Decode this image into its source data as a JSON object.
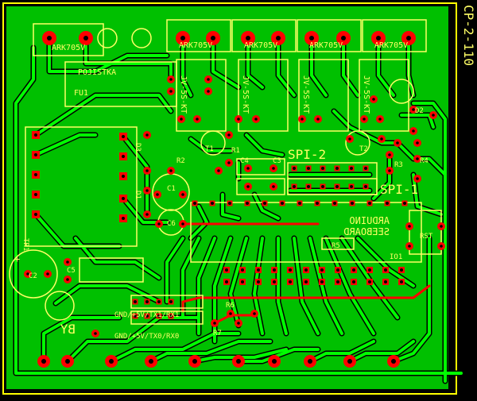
{
  "board": {
    "title": "CP-2-110",
    "colors": {
      "background": "#000000",
      "copper": "#00cc00",
      "pad": "#ff0000",
      "silk": "#ffff66",
      "trace_red": "#ff0000",
      "outline": "#ffff00"
    }
  },
  "labels": {
    "arrk1": "ARK705V",
    "arrk2": "ARK705V",
    "arrk3": "ARK705V",
    "arrk4": "ARK705V",
    "arrk5": "ARK705V",
    "pojistka": "POJISTKA",
    "fu1": "FU1",
    "relay1": "JV-5S-KT",
    "relay2": "JV-5S-KT",
    "relay3": "JV-5S-KT",
    "relay4": "JV-5S-KT",
    "d1": "D1",
    "d2": "D2",
    "d3": "D3",
    "r1": "R1",
    "r2": "R2",
    "r3": "R3",
    "r4": "R4",
    "r5": "R5",
    "r6": "R6",
    "r7": "R7",
    "c1": "C1",
    "c2": "C2",
    "c3": "C3",
    "c4": "C4",
    "c5": "C5",
    "c6": "C6",
    "t1": "T1",
    "t2": "T2",
    "io1": "IO1",
    "tr1": "TR1",
    "spi1": "SPI-1",
    "spi2": "SPI-2",
    "rst": "RST",
    "plus": "+",
    "gnd_tx1": "GND/+5V/TX1/RX1",
    "gnd_tx0": "GND/+5V/TX0/RX0",
    "arduino": "ARDUINO",
    "seeboard": "SEEBOARD",
    "by": "BY"
  }
}
